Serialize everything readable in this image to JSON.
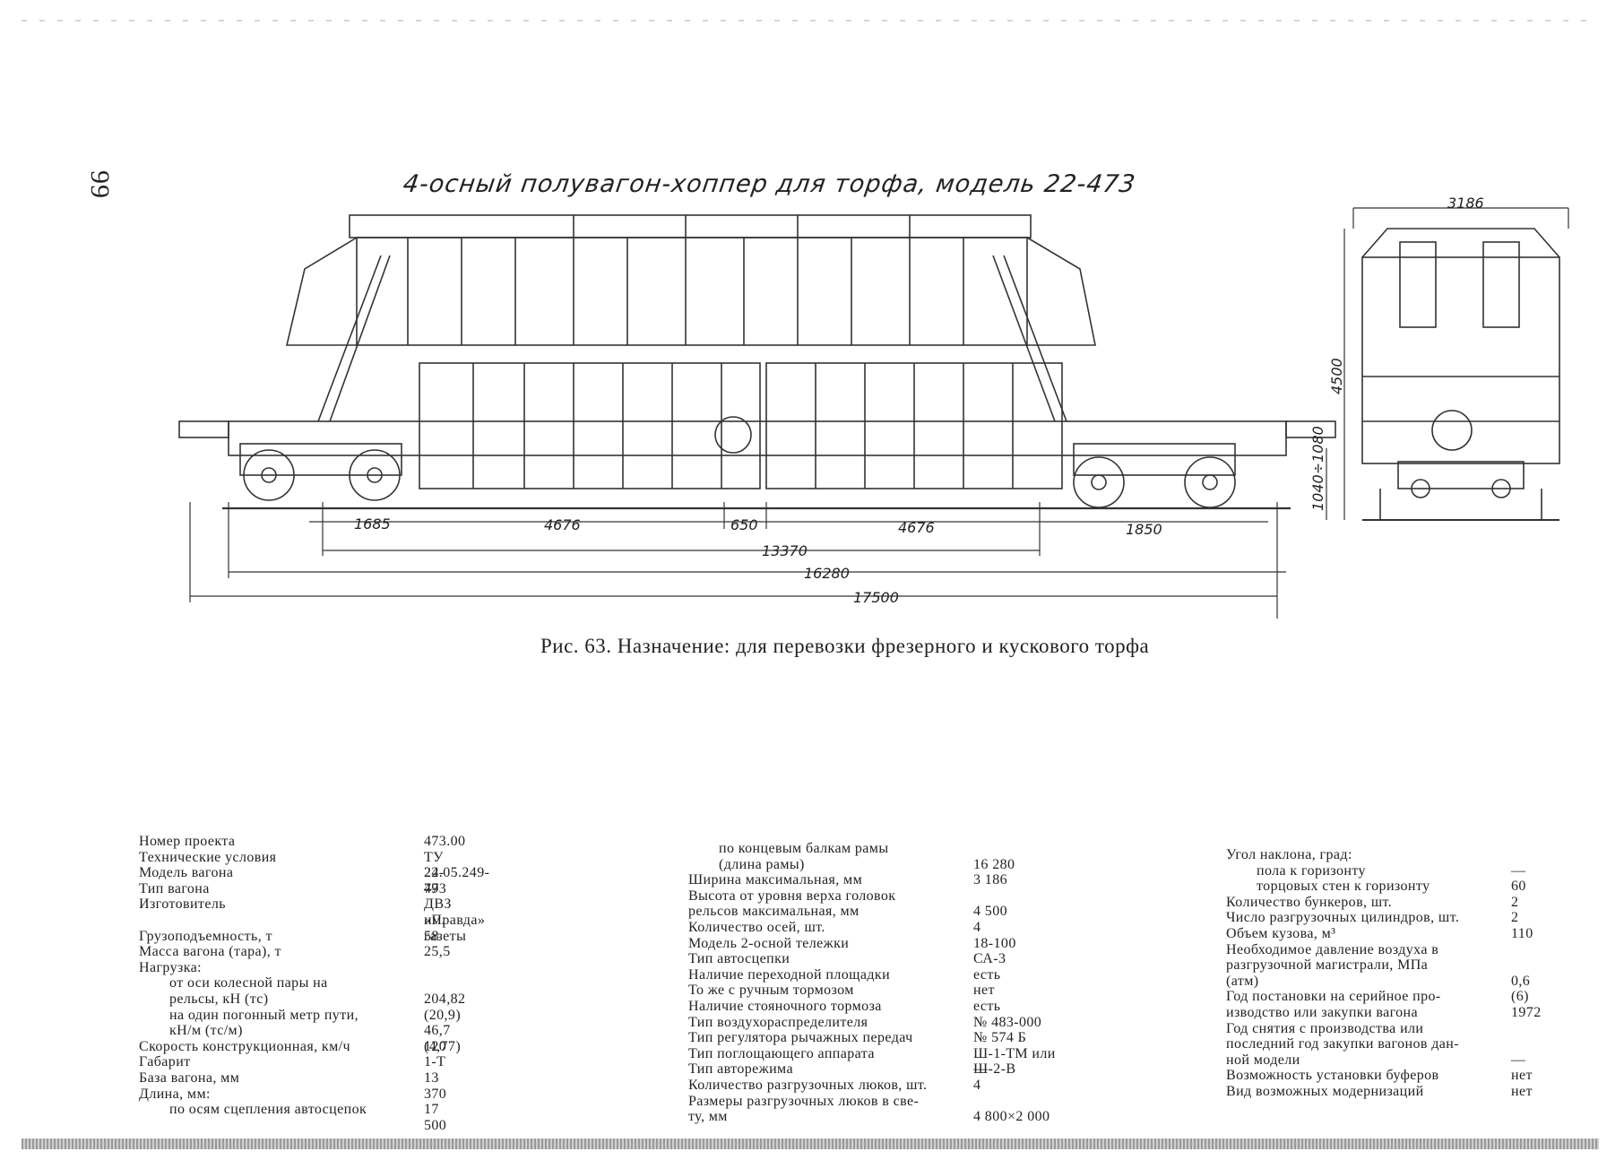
{
  "page": {
    "number": "99",
    "drawing_title": "4-осный полувагон-хоппер для торфа, модель 22-473",
    "caption": "Рис. 63. Назначение: для перевозки фрезерного и кускового торфа"
  },
  "dimensions": {
    "d1685": "1685",
    "d4676a": "4676",
    "d650": "650",
    "d4676b": "4676",
    "d1850": "1850",
    "d13370": "13370",
    "d16280": "16280",
    "d17500": "17500",
    "d3186": "3186",
    "d4500": "4500",
    "d1040": "1040÷1080"
  },
  "specs": {
    "col1": [
      {
        "label": "Номер проекта",
        "value": "473.00"
      },
      {
        "label": "Технические условия",
        "value": "ТУ 24.05.249-79"
      },
      {
        "label": "Модель вагона",
        "value": "22-473"
      },
      {
        "label": "Тип вагона",
        "value": "—"
      },
      {
        "label": "Изготовитель",
        "value": "ДВЗ им. газеты"
      },
      {
        "label": "",
        "value": "«Правда»"
      },
      {
        "label": "Грузоподъемность, т",
        "value": "58"
      },
      {
        "label": "Масса вагона (тара), т",
        "value": "25,5"
      },
      {
        "label": "Нагрузка:",
        "value": ""
      },
      {
        "label": "от оси колесной пары на",
        "value": ""
      },
      {
        "label": "рельсы, кН (тс)",
        "value": "204,82 (20,9)"
      },
      {
        "label": "на один погонный метр пути,",
        "value": ""
      },
      {
        "label": "кН/м (тс/м)",
        "value": "46,7 (4,77)"
      },
      {
        "label": "Скорость конструкционная, км/ч",
        "value": "120"
      },
      {
        "label": "Габарит",
        "value": "1-Т"
      },
      {
        "label": "База вагона, мм",
        "value": "13 370"
      },
      {
        "label": "Длина, мм:",
        "value": ""
      },
      {
        "label": "по осям сцепления автосцепок",
        "value": "17 500"
      }
    ],
    "col2": [
      {
        "label": "по концевым балкам рамы",
        "value": ""
      },
      {
        "label": "(длина рамы)",
        "value": "16 280"
      },
      {
        "label": "Ширина максимальная, мм",
        "value": "3 186"
      },
      {
        "label": "Высота от уровня верха головок",
        "value": ""
      },
      {
        "label": "рельсов максимальная, мм",
        "value": "4 500"
      },
      {
        "label": "Количество осей, шт.",
        "value": "4"
      },
      {
        "label": "Модель 2-осной тележки",
        "value": "18-100"
      },
      {
        "label": "Тип автосцепки",
        "value": "СА-3"
      },
      {
        "label": "Наличие переходной площадки",
        "value": "есть"
      },
      {
        "label": "То же с ручным тормозом",
        "value": "нет"
      },
      {
        "label": "Наличие стояночного тормоза",
        "value": "есть"
      },
      {
        "label": "Тип воздухораспределителя",
        "value": "№ 483-000"
      },
      {
        "label": "Тип регулятора рычажных передач",
        "value": "№ 574 Б"
      },
      {
        "label": "Тип поглощающего аппарата",
        "value": "Ш-1-ТМ или Ш-2-В"
      },
      {
        "label": "Тип авторежима",
        "value": "—"
      },
      {
        "label": "Количество разгрузочных люков, шт.",
        "value": "4"
      },
      {
        "label": "Размеры разгрузочных люков в све-",
        "value": ""
      },
      {
        "label": "ту, мм",
        "value": "4 800×2 000"
      }
    ],
    "col3": [
      {
        "label": "Угол наклона, град:",
        "value": ""
      },
      {
        "label": "пола к горизонту",
        "value": "—"
      },
      {
        "label": "торцовых стен к горизонту",
        "value": "60"
      },
      {
        "label": "Количество бункеров, шт.",
        "value": "2"
      },
      {
        "label": "Число разгрузочных цилиндров, шт.",
        "value": "2"
      },
      {
        "label": "Объем кузова, м³",
        "value": "110"
      },
      {
        "label": "Необходимое давление воздуха в",
        "value": ""
      },
      {
        "label": "разгрузочной магистрали, МПа",
        "value": ""
      },
      {
        "label": "(атм)",
        "value": "0,6 (6)"
      },
      {
        "label": "Год постановки на серийное про-",
        "value": ""
      },
      {
        "label": "изводство или закупки вагона",
        "value": "1972"
      },
      {
        "label": "Год снятия с производства или",
        "value": ""
      },
      {
        "label": "последний год закупки вагонов дан-",
        "value": ""
      },
      {
        "label": "ной модели",
        "value": "—"
      },
      {
        "label": "Возможность установки буферов",
        "value": "нет"
      },
      {
        "label": "Вид возможных модернизаций",
        "value": "нет"
      }
    ]
  }
}
